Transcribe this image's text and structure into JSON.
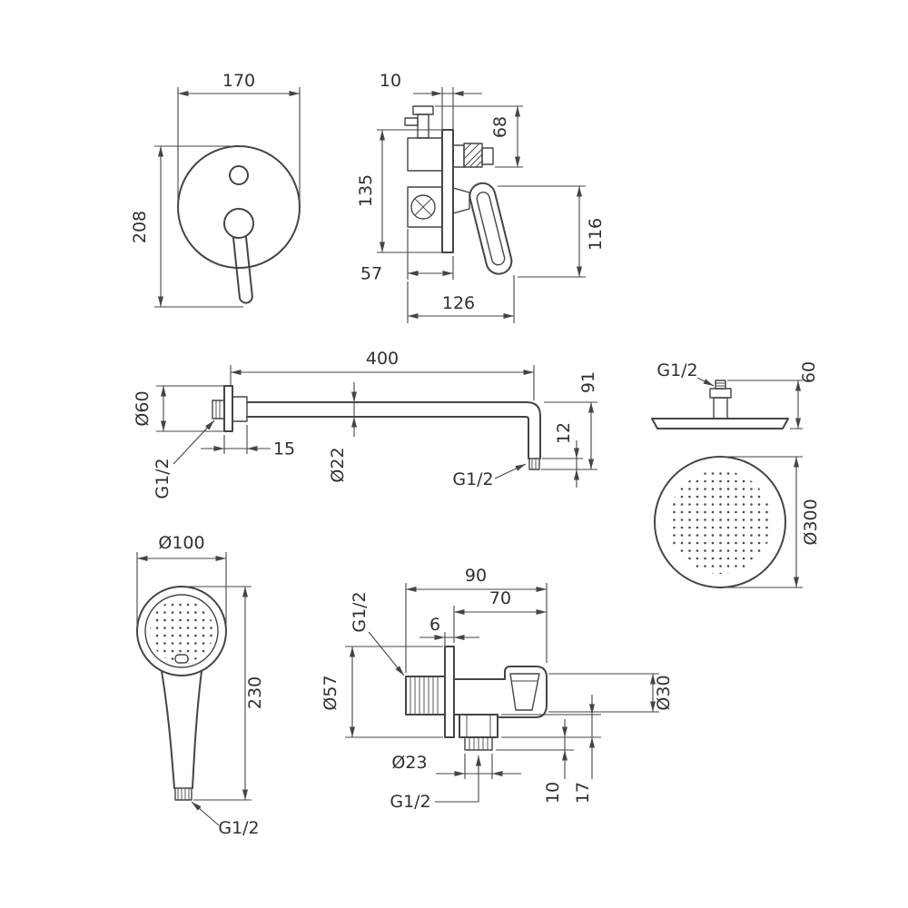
{
  "drawing": {
    "background": "#ffffff",
    "line_color": "#454545",
    "views": {
      "mixer_front": {
        "width": "170",
        "height": "208"
      },
      "mixer_side": {
        "plate_thickness": "10",
        "top_offset": "68",
        "body_height": "135",
        "handle_height": "116",
        "body_depth": "57",
        "total_depth": "126"
      },
      "shower_arm": {
        "length": "400",
        "end_drop": "91",
        "flange_diameter": "Ø60",
        "flange_depth": "15",
        "pipe_diameter": "Ø22",
        "thread_length": "12",
        "wall_thread": "G1/2",
        "outlet_thread": "G1/2"
      },
      "head_side": {
        "thread": "G1/2",
        "height": "60"
      },
      "head_front": {
        "diameter": "Ø300"
      },
      "hand_shower": {
        "head_diameter": "Ø100",
        "length": "230",
        "thread": "G1/2"
      },
      "wall_elbow": {
        "total_width": "90",
        "body_width": "70",
        "plate_thickness": "6",
        "inlet_thread": "G1/2",
        "plate_diameter": "Ø57",
        "outlet_diameter": "Ø23",
        "outlet_thread": "G1/2",
        "holder_diameter": "Ø30",
        "outlet_length": "10",
        "nut_height": "17"
      }
    }
  }
}
